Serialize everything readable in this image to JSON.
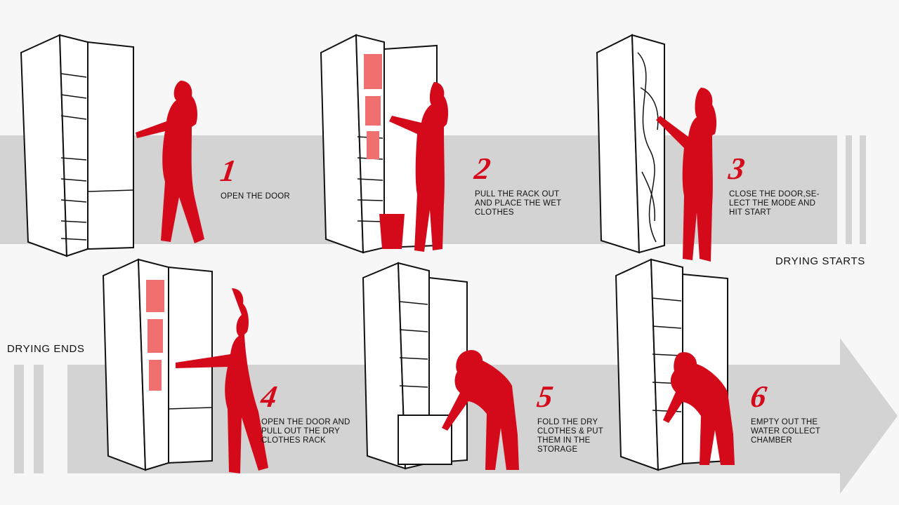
{
  "labels": {
    "drying_starts": "DRYING STARTS",
    "drying_ends": "DRYING ENDS"
  },
  "steps": [
    {
      "number": "1",
      "text": "OPEN THE DOOR"
    },
    {
      "number": "2",
      "text": "PULL THE RACK  OUT\nAND PLACE THE WET\nCLOTHES"
    },
    {
      "number": "3",
      "text": "CLOSE THE DOOR,SE-\nLECT THE MODE AND\nHIT START"
    },
    {
      "number": "4",
      "text": "OPEN THE DOOR AND\nPULL OUT THE DRY\nCLOTHES RACK"
    },
    {
      "number": "5",
      "text": "FOLD THE DRY\nCLOTHES & PUT\nTHEM IN THE\nSTORAGE"
    },
    {
      "number": "6",
      "text": "EMPTY OUT THE\nWATER COLLECT\nCHAMBER"
    }
  ],
  "colors": {
    "accent_red": "#d40a1a",
    "band_gray": "#d3d3d3",
    "clothes_pink": "#f07070"
  }
}
